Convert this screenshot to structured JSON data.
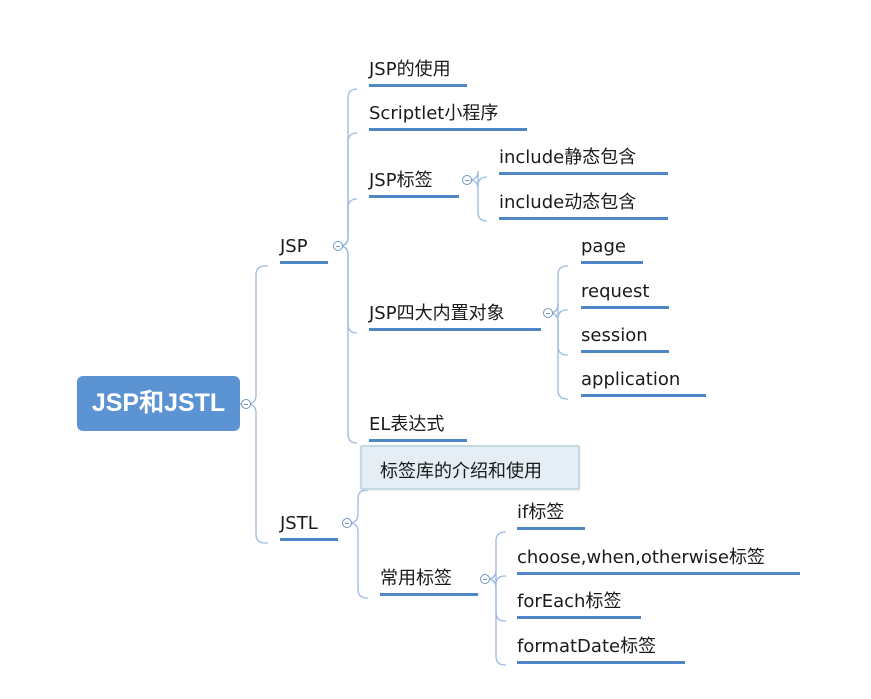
{
  "root": {
    "label": "JSP和JSTL"
  },
  "jsp": {
    "label": "JSP",
    "usage": "JSP的使用",
    "scriptlet": "Scriptlet小程序",
    "tags": {
      "label": "JSP标签",
      "items": [
        "include静态包含",
        "include动态包含"
      ]
    },
    "builtin_objects": {
      "label": "JSP四大内置对象",
      "items": [
        "page",
        "request",
        "session",
        "application"
      ]
    },
    "el": "EL表达式"
  },
  "jstl": {
    "label": "JSTL",
    "intro": "标签库的介绍和使用",
    "common_tags": {
      "label": "常用标签",
      "items": [
        "if标签",
        "choose,when,otherwise标签",
        "forEach标签",
        "formatDate标签"
      ]
    }
  },
  "colors": {
    "root": "#5b93d3",
    "line": "#4f86c6",
    "connector": "#9bbbe0",
    "highlight": "#e4eef4"
  }
}
